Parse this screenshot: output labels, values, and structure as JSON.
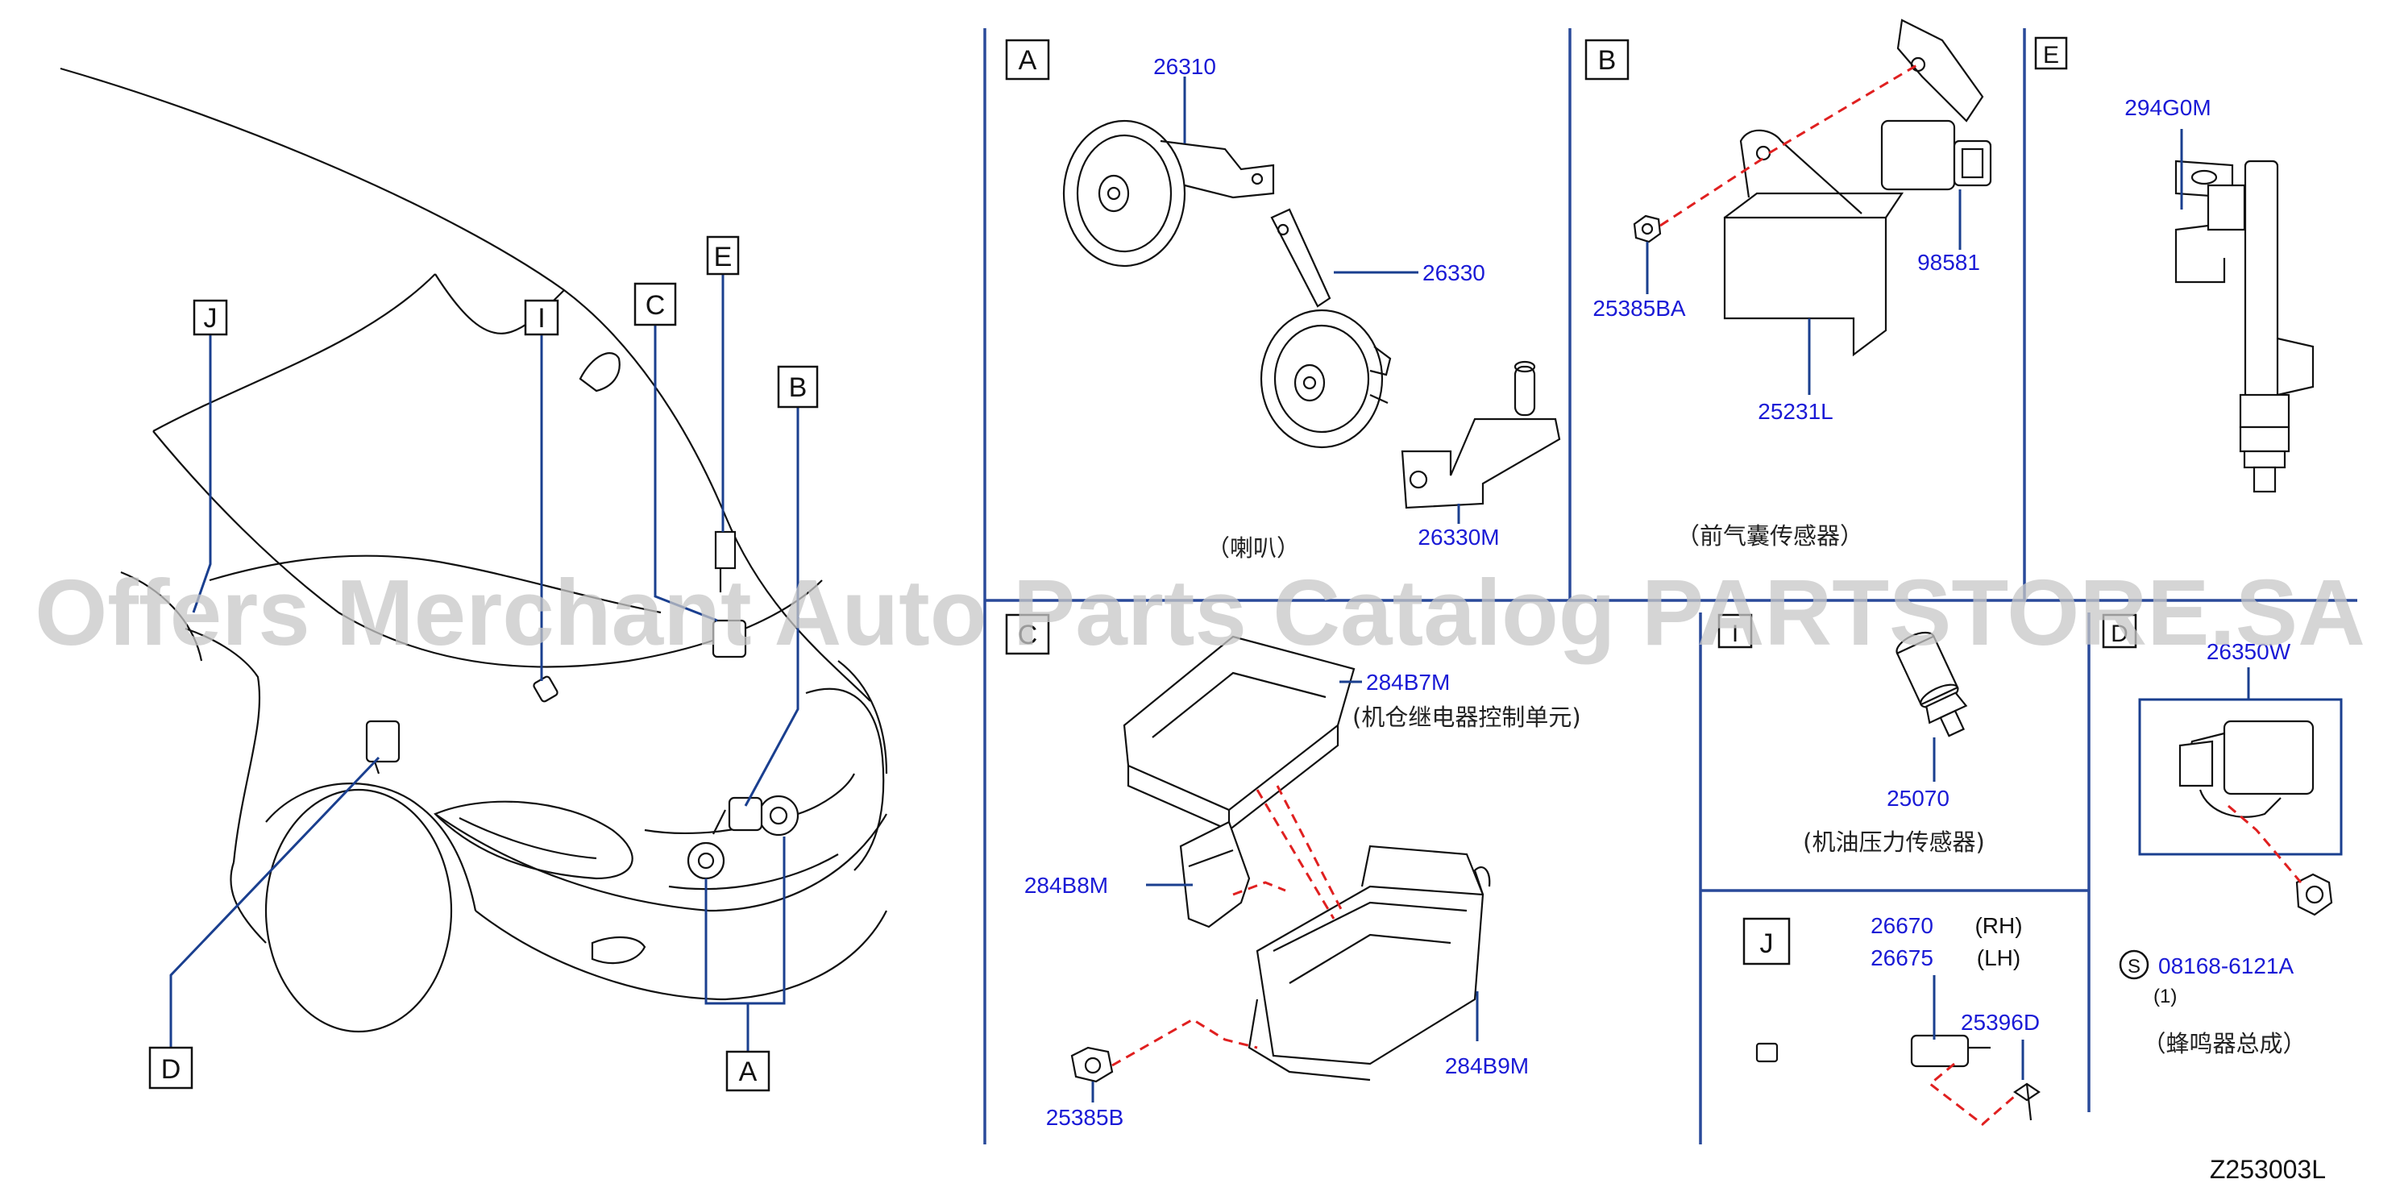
{
  "diagram_code": "Z253003L",
  "watermark": "Offers Merchant Auto Parts Catalog PARTSTORE.SA",
  "overview": {
    "callouts": [
      "J",
      "I",
      "C",
      "E",
      "B",
      "D",
      "A"
    ]
  },
  "sections": {
    "A": {
      "letter": "A",
      "caption": "（喇叭）",
      "parts": [
        "26310",
        "26330",
        "26330M"
      ]
    },
    "B": {
      "letter": "B",
      "caption": "（前气囊传感器）",
      "parts": [
        "25385BA",
        "25231L",
        "98581"
      ]
    },
    "E": {
      "letter": "E",
      "parts": [
        "294G0M"
      ]
    },
    "C": {
      "letter": "C",
      "parts": [
        "284B7M",
        "284B8M",
        "25385B",
        "284B9M"
      ],
      "unit_caption": "(机仓继电器控制单元)"
    },
    "I": {
      "letter": "I",
      "part": "25070",
      "caption": "(机油压力传感器)"
    },
    "D": {
      "letter": "D",
      "part": "26350W",
      "bolt_part": "08168-6121A",
      "bolt_symbol": "S",
      "bolt_qty": "(1)",
      "caption": "（蜂鸣器总成）"
    },
    "J": {
      "letter": "J",
      "part_rh": "26670",
      "side_rh": "(RH)",
      "part_lh": "26675",
      "side_lh": "(LH)",
      "bolt_part": "25396D"
    }
  }
}
